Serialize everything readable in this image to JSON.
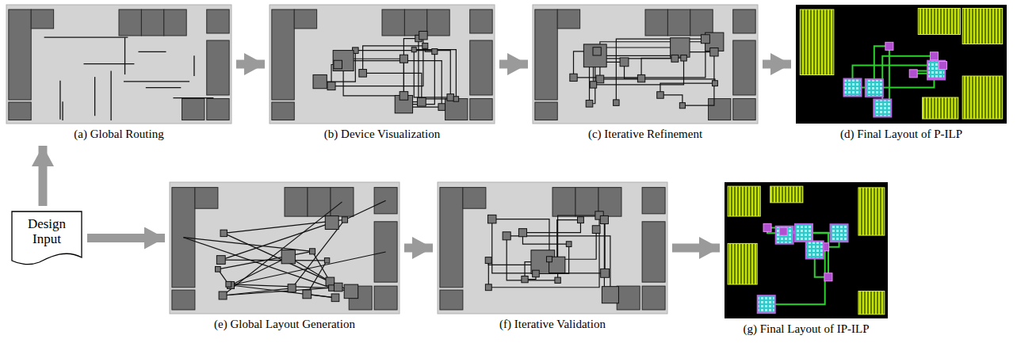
{
  "diagram": {
    "nodes": [
      {
        "text": [
          "(a) Global Routing"
        ]
      },
      {
        "text": [
          "(b) Device Visualization"
        ]
      },
      {
        "text": [
          "(c) Iterative Refinement"
        ]
      },
      {
        "text": [
          "(d) Final Layout of P-ILP"
        ]
      },
      {
        "text": [
          "Design Input"
        ]
      },
      {
        "text": [
          "(e) Global Layout Generation"
        ]
      },
      {
        "text": [
          "(f) Iterative Validation"
        ]
      },
      {
        "text": [
          "(g) Final Layout of IP-ILP"
        ]
      }
    ],
    "edges": [
      {
        "from": 4,
        "to": 0,
        "arrow": "to"
      },
      {
        "from": 0,
        "to": 1,
        "arrow": "to"
      },
      {
        "from": 1,
        "to": 2,
        "arrow": "to"
      },
      {
        "from": 2,
        "to": 3,
        "arrow": "to"
      },
      {
        "from": 4,
        "to": 5,
        "arrow": "to"
      },
      {
        "from": 5,
        "to": 6,
        "arrow": "to"
      },
      {
        "from": 6,
        "to": 7,
        "arrow": "to"
      }
    ]
  }
}
